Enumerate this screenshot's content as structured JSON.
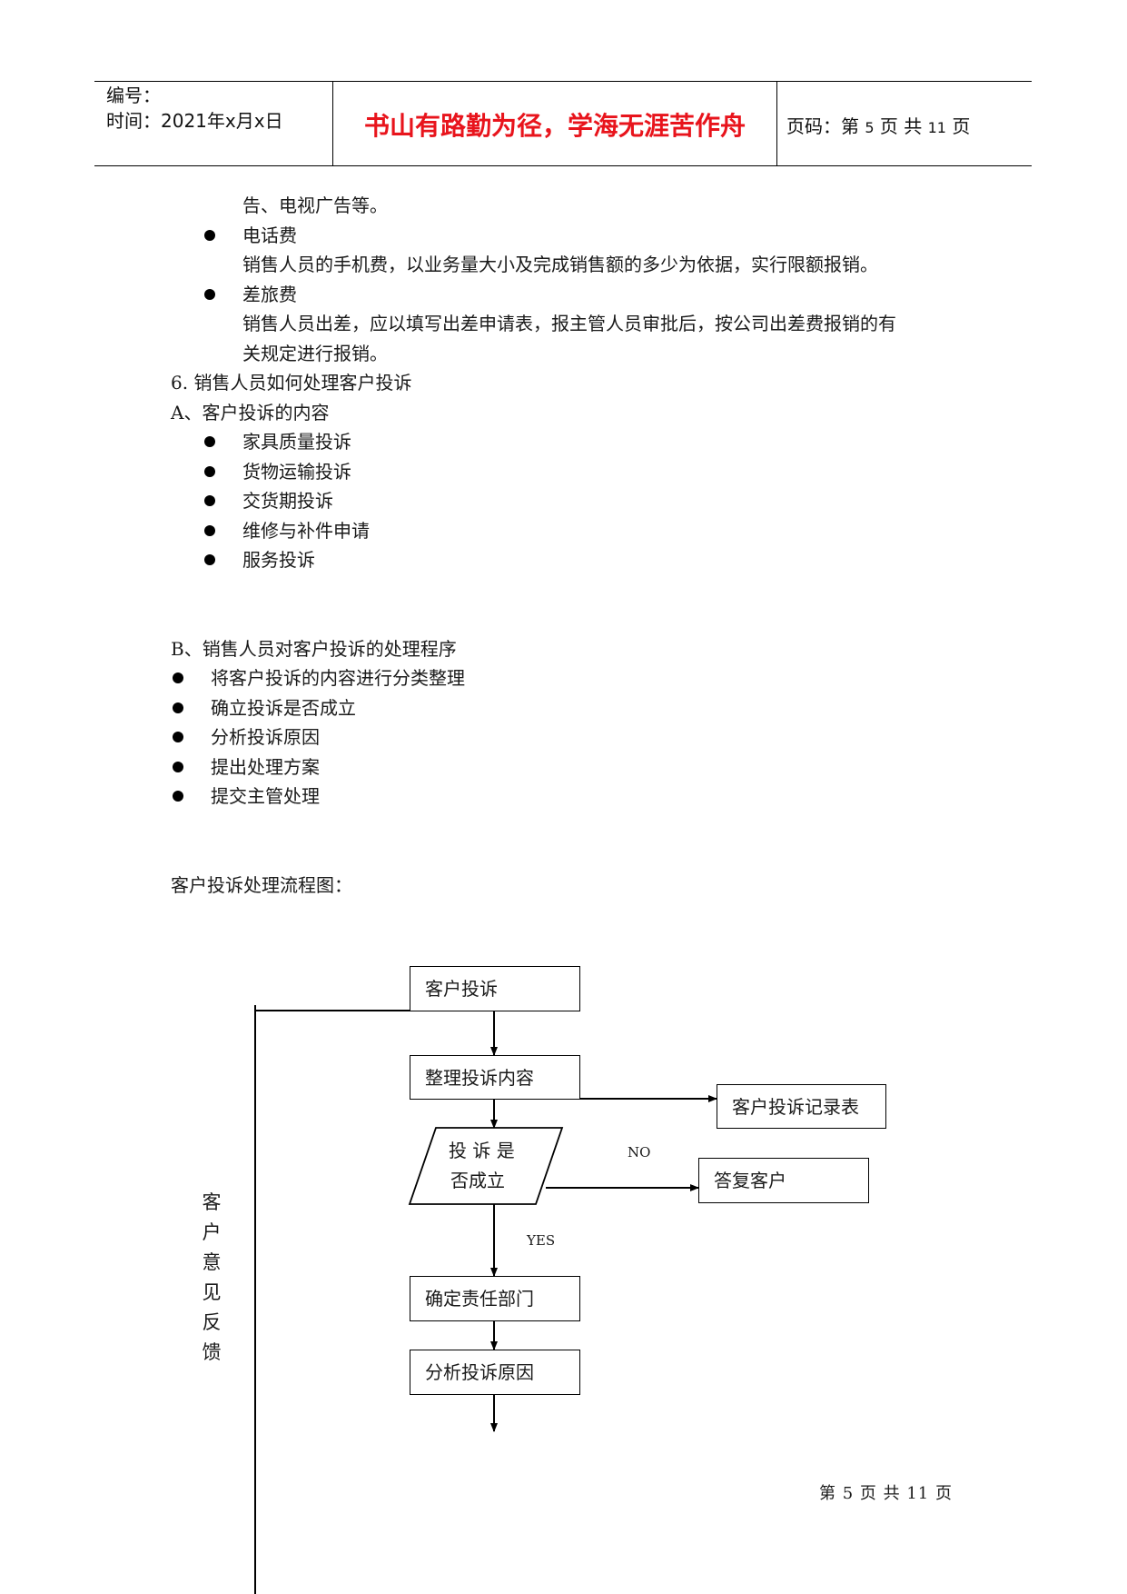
{
  "header": {
    "number_label": "编号：",
    "time_label": "时间：2021年x月x日",
    "motto": "书山有路勤为径，学海无涯苦作舟",
    "page_prefix": "页码：第",
    "page_current": "5",
    "page_mid": "页  共",
    "page_total": "11",
    "page_suffix": "页"
  },
  "body": {
    "line_ad_cont": "告、电视广告等。",
    "phone_title": "电话费",
    "phone_desc": "销售人员的手机费，以业务量大小及完成销售额的多少为依据，实行限额报销。",
    "travel_title": "差旅费",
    "travel_desc_1": "销售人员出差，应以填写出差申请表，报主管人员审批后，按公司出差费报销的有",
    "travel_desc_2": "关规定进行报销。",
    "section6": "6.   销售人员如何处理客户投诉",
    "sectionA": "A、客户投诉的内容",
    "complaint_types": [
      "家具质量投诉",
      "货物运输投诉",
      "交货期投诉",
      "维修与补件申请",
      "服务投诉"
    ],
    "sectionB": "B、销售人员对客户投诉的处理程序",
    "procedure_steps": [
      "将客户投诉的内容进行分类整理",
      "确立投诉是否成立",
      "分析投诉原因",
      "提出处理方案",
      "提交主管处理"
    ],
    "flow_title": "客户投诉处理流程图："
  },
  "flowchart": {
    "complaint": "客户投诉",
    "organize": "整理投诉内容",
    "record": "客户投诉记录表",
    "decision_1": "投 诉 是",
    "decision_2": "否成立",
    "no_label": "NO",
    "reply": "答复客户",
    "yes_label": "YES",
    "dept": "确定责任部门",
    "analyze": "分析投诉原因",
    "feedback_chars": [
      "客",
      "户",
      "意",
      "见",
      "反",
      "馈"
    ]
  },
  "footer": {
    "text": "第 5 页 共 11 页"
  }
}
